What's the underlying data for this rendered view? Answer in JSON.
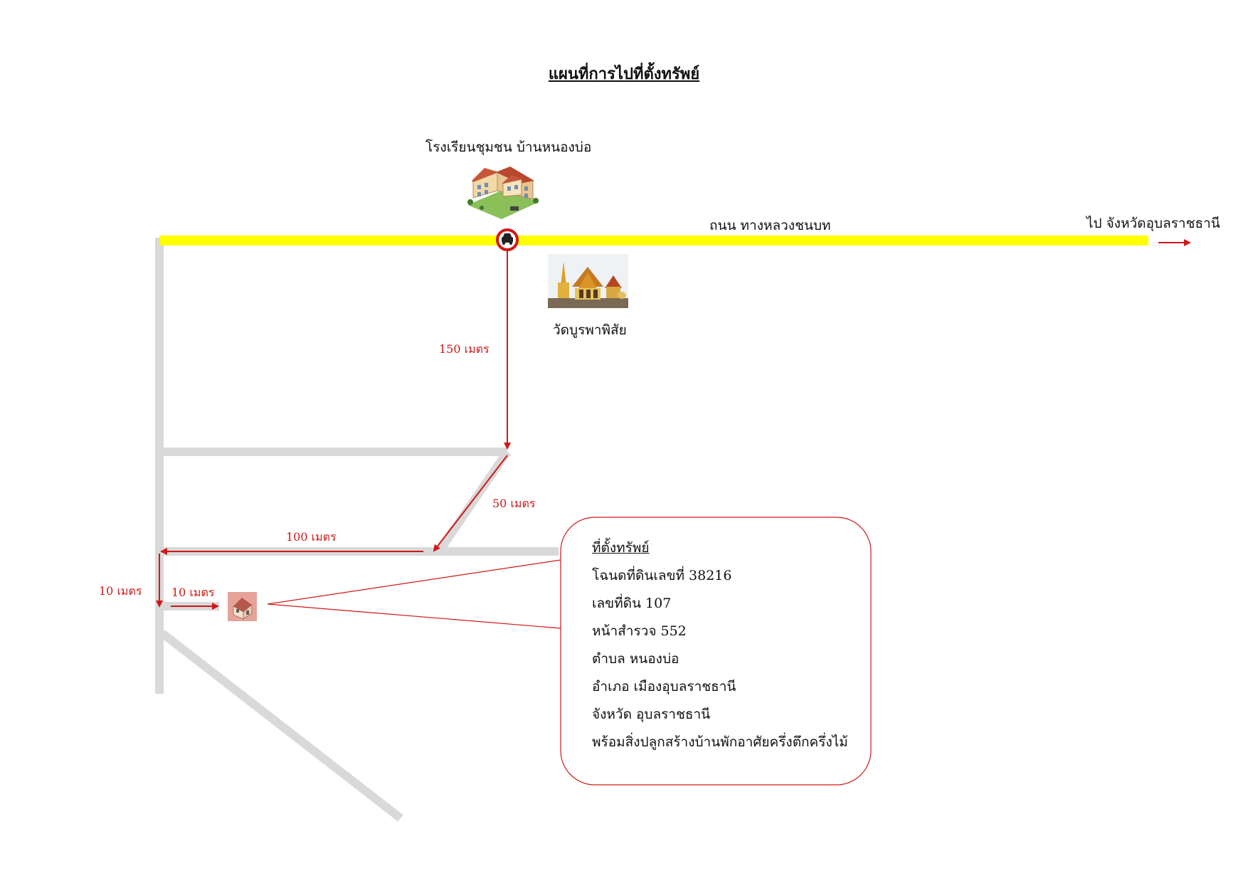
{
  "title": "แผนที่การไปที่ตั้งทรัพย์",
  "places": {
    "school": "โรงเรียนชุมชน บ้านหนองบ่อ",
    "temple": "วัดบูรพาพิสัย"
  },
  "roads": {
    "main_road": "ถนน ทางหลวงชนบท",
    "direction": "ไป จังหวัดอุบลราชธานี"
  },
  "distances": {
    "leg1": "150 เมตร",
    "leg2": "50 เมตร",
    "leg3": "100 เมตร",
    "leg4": "10 เมตร",
    "leg5": "10 เมตร"
  },
  "property": {
    "heading": "ที่ตั้งทรัพย์",
    "lines": [
      "โฉนดที่ดินเลขที่ 38216",
      "เลขที่ดิน 107",
      "หน้าสำรวจ 552",
      "ตำบล หนองบ่อ",
      "อำเภอ เมืองอุบลราชธานี",
      "จังหวัด อุบลราชธานี",
      "พร้อมสิ่งปลูกสร้างบ้านพักอาศัยครึ่งตึกครึ่งไม้"
    ]
  },
  "colors": {
    "main_road": "#ffff00",
    "side_road": "#d9d9d9",
    "route": "#d01818"
  },
  "icons": {
    "school": "school-building-icon",
    "temple": "temple-icon",
    "car": "car-start-icon",
    "house": "house-icon",
    "arrow": "arrow-right-icon"
  }
}
